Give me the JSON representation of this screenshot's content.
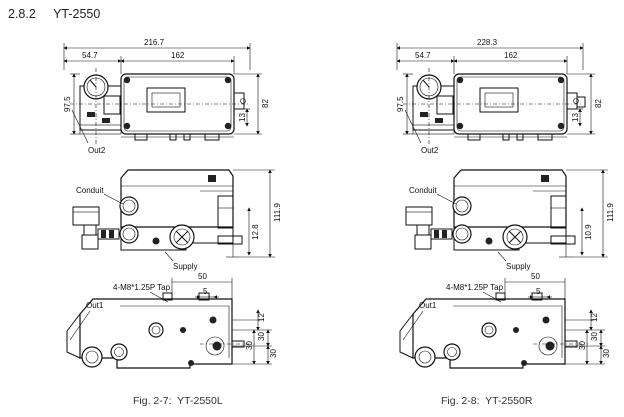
{
  "heading": {
    "number": "2.8.2",
    "model": "YT-2550"
  },
  "figures": [
    {
      "caption": "Fig. 2-7:  YT-2550L",
      "top": {
        "overall_width": "216.7",
        "left_width": "54.7",
        "body_width": "162",
        "height_left": "97.5",
        "height_right": "82",
        "small_dim": "13",
        "port_label": "Out2"
      },
      "middle": {
        "label_conduit": "Conduit",
        "label_supply": "Supply",
        "height_total": "111.9",
        "height_small": "12.8"
      },
      "bottom": {
        "tap_label": "4-M8*1.25P Tap",
        "dim_50": "50",
        "dim_5": "5",
        "port_label": "Out1",
        "dim_12": "12",
        "dim_30a": "30",
        "dim_30b": "30",
        "dim_30c": "30"
      }
    },
    {
      "caption": "Fig. 2-8:  YT-2550R",
      "top": {
        "overall_width": "228.3",
        "left_width": "54.7",
        "body_width": "162",
        "height_left": "97.5",
        "height_right": "82",
        "small_dim": "13",
        "port_label": "Out2"
      },
      "middle": {
        "label_conduit": "Conduit",
        "label_supply": "Supply",
        "height_total": "111.9",
        "height_small": "10.9"
      },
      "bottom": {
        "tap_label": "4-M8*1.25P Tap",
        "dim_50": "50",
        "dim_5": "5",
        "port_label": "Out1",
        "dim_12": "12",
        "dim_30a": "30",
        "dim_30b": "30",
        "dim_30c": "30"
      }
    }
  ]
}
